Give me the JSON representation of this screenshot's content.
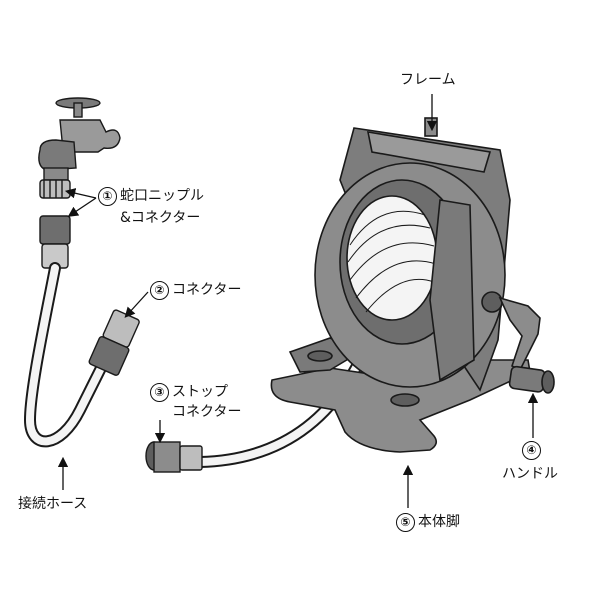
{
  "callouts": [
    {
      "number": "①",
      "lines": [
        "蛇口ニップル",
        "&コネクター"
      ]
    },
    {
      "number": "②",
      "lines": [
        "コネクター"
      ]
    },
    {
      "number": "③",
      "lines": [
        "ストップ",
        "コネクター"
      ]
    },
    {
      "number": "④",
      "lines": [
        "ハンドル"
      ]
    },
    {
      "number": "⑤",
      "lines": [
        "本体脚"
      ]
    }
  ],
  "labels": {
    "frame": "フレーム",
    "connection_hose": "接続ホース"
  },
  "colors": {
    "outline": "#1a1a1a",
    "reel_body": "#8c8c8c",
    "reel_dark": "#5e5e5e",
    "hose": "#f4f4f4"
  }
}
